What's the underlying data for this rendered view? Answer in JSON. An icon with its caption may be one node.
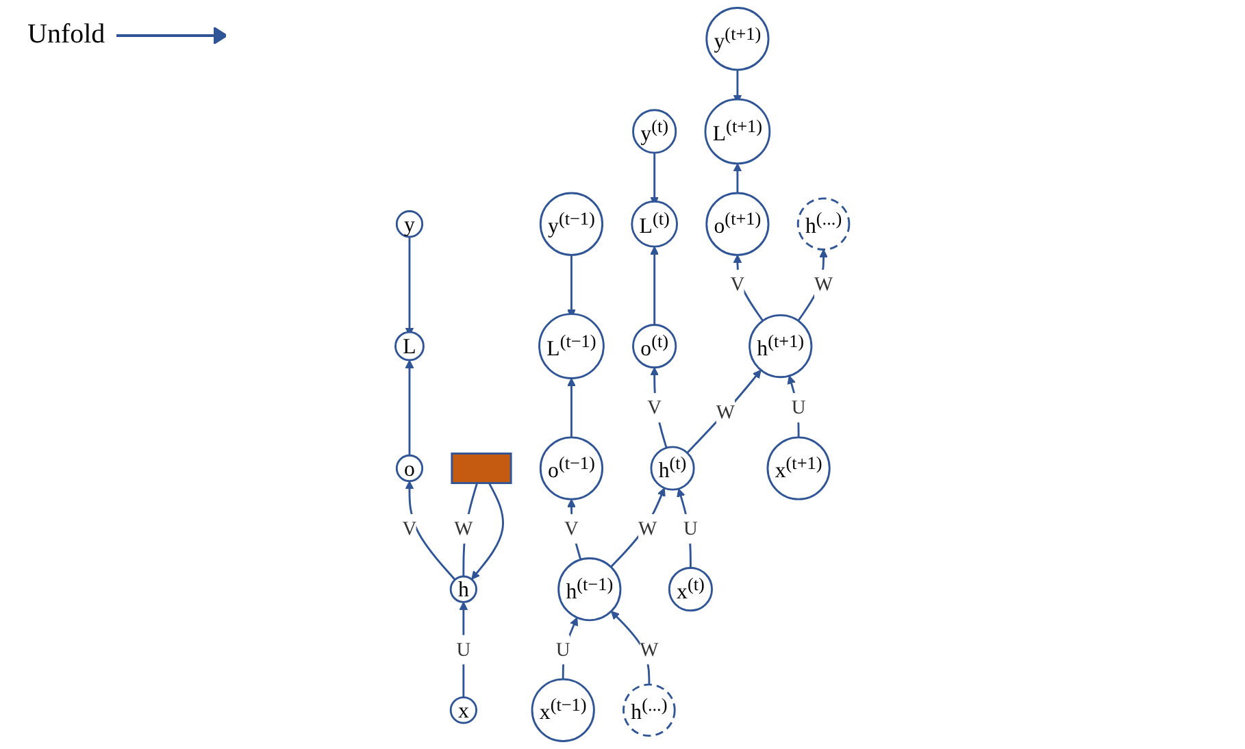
{
  "diagram": {
    "nodes": [
      {
        "text": [
          "y"
        ]
      },
      {
        "text": [
          "L"
        ]
      },
      {
        "text": [
          "o"
        ]
      },
      {
        "text": [
          "h"
        ]
      },
      {
        "text": [],
        "shape": "box"
      },
      {
        "text": [
          "x"
        ]
      },
      {
        "text": [
          "y$^{(t−1)}$"
        ]
      },
      {
        "text": [
          "y$^{(t)}$"
        ]
      },
      {
        "text": [
          "y$^{(t+1)}$"
        ]
      },
      {
        "text": [
          "L$^{(t−1)}$"
        ]
      },
      {
        "text": [
          "L$^{(t)}$"
        ]
      },
      {
        "text": [
          "L$^{(t+1)}$"
        ]
      },
      {
        "text": [
          "o$^{(t−1)}$"
        ]
      },
      {
        "text": [
          "o$^{(t)}$"
        ]
      },
      {
        "text": [
          "o$^{(t+1)}$"
        ]
      },
      {
        "text": [
          "h$^{(...)}$"
        ]
      },
      {
        "text": [
          "h$^{(t−1)}$"
        ]
      },
      {
        "text": [
          "h$^{(t)}$"
        ]
      },
      {
        "text": [
          "h$^{(t+1)}$"
        ]
      },
      {
        "text": [
          "h$^{(...)}$"
        ]
      },
      {
        "text": [
          "x$^{(t−1)}$"
        ]
      },
      {
        "text": [
          "x$^{(t)}$"
        ]
      },
      {
        "text": [
          "x$^{(t+1)}$"
        ]
      }
    ],
    "edges": [
      {
        "from": 0,
        "to": 1,
        "arrow": "to"
      },
      {
        "from": 2,
        "to": 1,
        "arrow": "to"
      },
      {
        "from": 3,
        "to": 2,
        "arrow": "to",
        "label": "V"
      },
      {
        "from": 5,
        "to": 3,
        "arrow": "to",
        "label": "U"
      },
      {
        "from": 3,
        "to": 4,
        "arrow": "none",
        "label": "W"
      },
      {
        "from": 4,
        "to": 3,
        "arrow": "to"
      },
      {
        "from": 6,
        "to": 9,
        "arrow": "to"
      },
      {
        "from": 12,
        "to": 9,
        "arrow": "to"
      },
      {
        "from": 16,
        "to": 12,
        "arrow": "to",
        "label": "V"
      },
      {
        "from": 20,
        "to": 16,
        "arrow": "to",
        "label": "U"
      },
      {
        "from": 7,
        "to": 10,
        "arrow": "to"
      },
      {
        "from": 13,
        "to": 10,
        "arrow": "to"
      },
      {
        "from": 17,
        "to": 13,
        "arrow": "to",
        "label": "V"
      },
      {
        "from": 21,
        "to": 17,
        "arrow": "to",
        "label": "U"
      },
      {
        "from": 8,
        "to": 11,
        "arrow": "to"
      },
      {
        "from": 14,
        "to": 11,
        "arrow": "to"
      },
      {
        "from": 18,
        "to": 14,
        "arrow": "to",
        "label": "V"
      },
      {
        "from": 22,
        "to": 18,
        "arrow": "to",
        "label": "U"
      },
      {
        "from": 15,
        "to": 16,
        "arrow": "to",
        "label": "W"
      },
      {
        "from": 16,
        "to": 17,
        "arrow": "to",
        "label": "W"
      },
      {
        "from": 17,
        "to": 18,
        "arrow": "to",
        "label": "W"
      },
      {
        "from": 18,
        "to": 19,
        "arrow": "to",
        "label": "W"
      }
    ],
    "labels": [
      "Unfold"
    ]
  }
}
